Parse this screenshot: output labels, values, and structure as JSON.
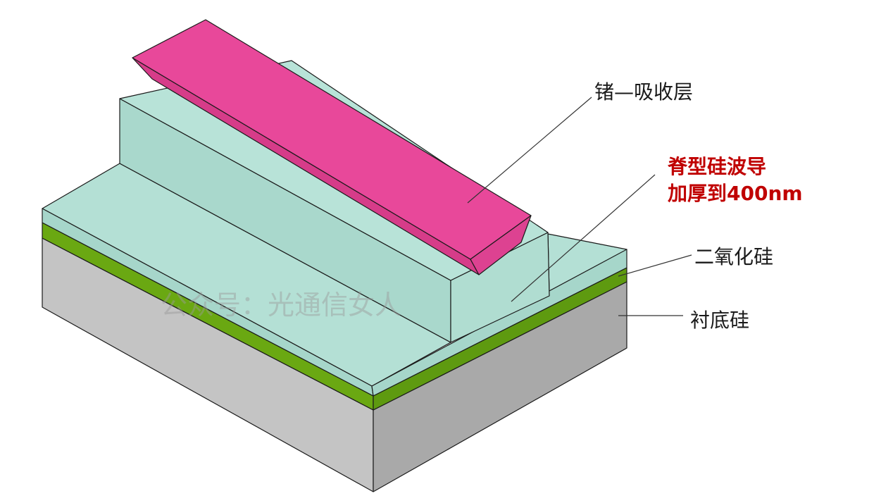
{
  "labels": {
    "germanium": "锗—吸收层",
    "rib_line1": "脊型硅波导",
    "rib_line2": "加厚到400nm",
    "oxide": "二氧化硅",
    "substrate": "衬底硅"
  },
  "watermark": "公众号：光通信女人",
  "colors": {
    "germanium": "#e8489a",
    "germanium_side": "#d63c89",
    "waveguide_top": "#b4e0d5",
    "waveguide_side": "#a6d6ca",
    "oxide_top": "#6aa812",
    "oxide_side": "#5e9a10",
    "substrate_front": "#c4c4c4",
    "substrate_side": "#a9a9a9",
    "highlight_text": "#c00000"
  }
}
